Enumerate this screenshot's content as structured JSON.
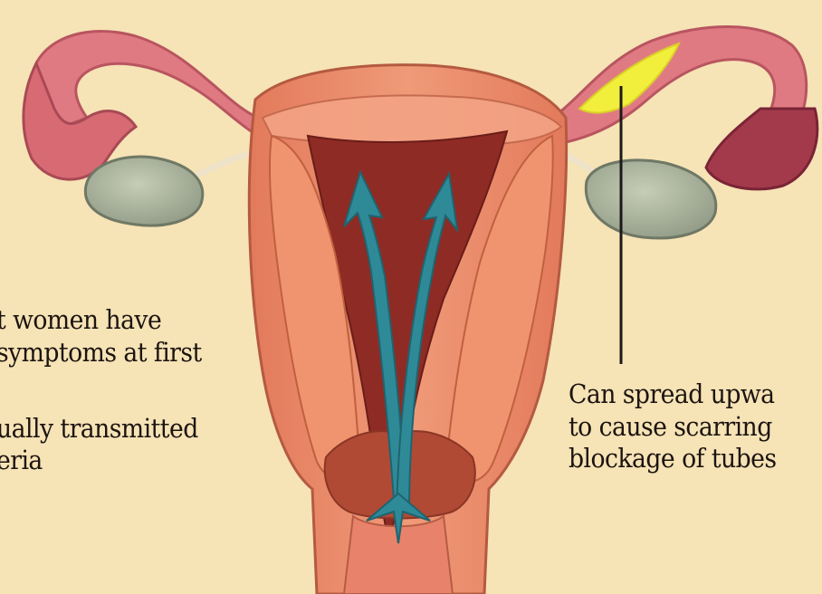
{
  "labels": {
    "left_line1": "t women have",
    "left_line2": "symptoms at first",
    "left_line3": "ually transmitted",
    "left_line4": "eria",
    "right_line1": "Can spread upwa",
    "right_line2": "to cause scarring",
    "right_line3": "blockage of tubes"
  },
  "colors": {
    "background": "#f6e3b6",
    "uterus": "#ee9071",
    "cavity": "#8e2b24",
    "ovary": "#a9b398",
    "arrow": "#2f8a98",
    "infection": "#f2ee3c"
  }
}
